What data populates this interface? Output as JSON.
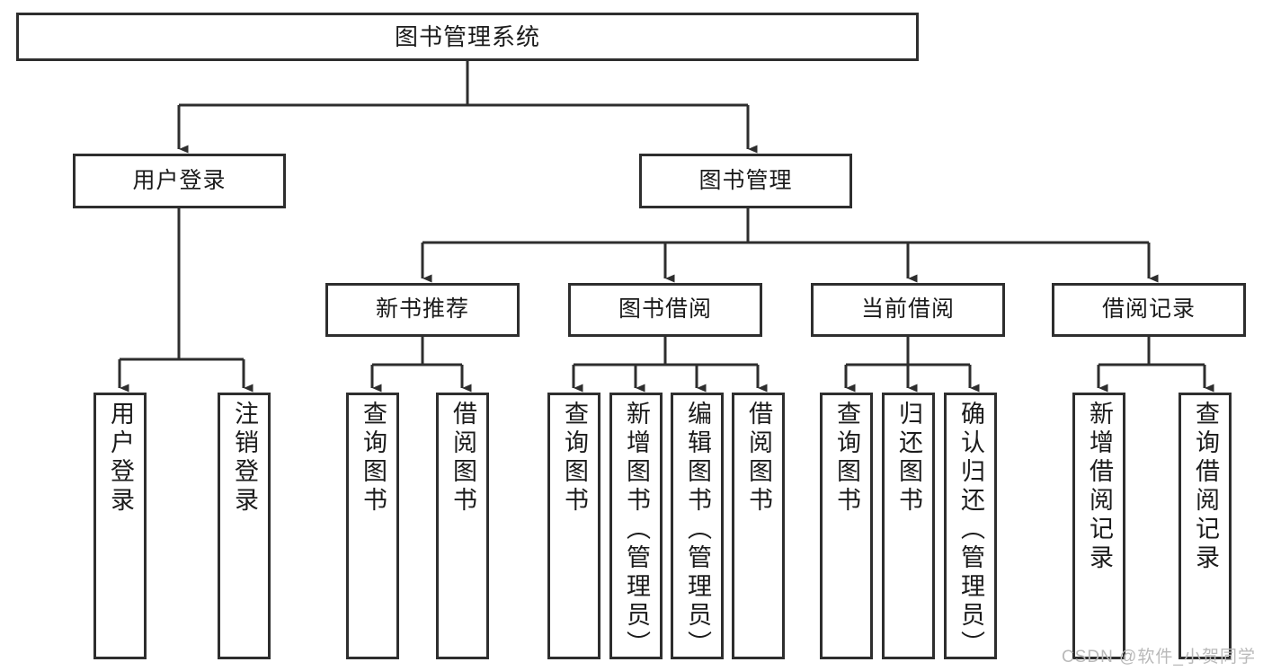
{
  "diagram": {
    "type": "tree-flowchart",
    "title": "图书管理系统",
    "root": {
      "label": "图书管理系统"
    },
    "level2": [
      {
        "label": "用户登录"
      },
      {
        "label": "图书管理"
      }
    ],
    "level3": [
      {
        "label": "新书推荐"
      },
      {
        "label": "图书借阅"
      },
      {
        "label": "当前借阅"
      },
      {
        "label": "借阅记录"
      }
    ],
    "leaves": {
      "user_login": [
        {
          "label": "用户登录"
        },
        {
          "label": "注销登录"
        }
      ],
      "new_book_recommend": [
        {
          "label": "查询图书"
        },
        {
          "label": "借阅图书"
        }
      ],
      "book_borrow": [
        {
          "label": "查询图书"
        },
        {
          "label": "新增图书（管理员）"
        },
        {
          "label": "编辑图书（管理员）"
        },
        {
          "label": "借阅图书"
        }
      ],
      "current_borrow": [
        {
          "label": "查询图书"
        },
        {
          "label": "归还图书"
        },
        {
          "label": "确认归还（管理员）"
        }
      ],
      "borrow_record": [
        {
          "label": "新增借阅记录"
        },
        {
          "label": "查询借阅记录"
        }
      ]
    },
    "colors": {
      "stroke": "#2e2e2e",
      "fill": "#ffffff",
      "text": "#1b1b1b",
      "watermark": "#b9b9b9"
    }
  },
  "watermark": {
    "text": "CSDN @软件_小贺同学"
  }
}
